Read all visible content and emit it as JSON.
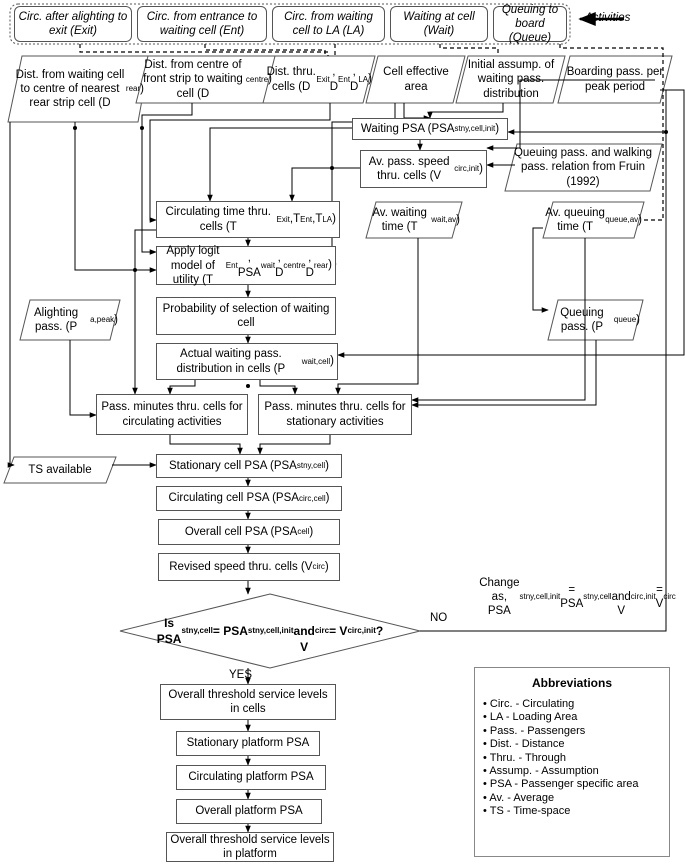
{
  "activities_legend": "Activities",
  "activities": [
    "Circ. after alighting to exit (Exit)",
    "Circ. from entrance to waiting cell (Ent)",
    "Circ. from waiting cell to LA (LA)",
    "Waiting at cell (Wait)",
    "Queuing to board (Queue)"
  ],
  "inputs": {
    "dist_rear": "Dist. from waiting cell to centre of nearest rear strip cell (D<sub>rear</sub>)",
    "dist_centre": "Dist. from centre of front strip to waiting cell (D<sub>centre</sub>)",
    "dist_cells": "Dist. thru. cells (D<sub>Exit</sub>, D<sub>Ent</sub>, D<sub>LA</sub>)",
    "effective_area": "Cell effective area",
    "initial_assump": "Initial assump. of waiting pass. distribution",
    "boarding_pass": "Boarding pass. per peak period",
    "fruin": "Queuing pass. and walking pass. relation from Fruin (1992)",
    "av_waiting": "Av. waiting time (T<sub>wait,av</sub>)",
    "av_queuing": "Av. queuing time (T<sub>queue,av</sub>)",
    "alighting": "Alighting pass. (P<sub>a,peak</sub>)",
    "queuing_pass": "Queuing pass. (P<sub>queue</sub>)",
    "ts_available": "TS available"
  },
  "process": {
    "waiting_psa": "Waiting PSA (PSA<sub>stny,cell,init</sub>)",
    "av_speed": "Av. pass. speed thru. cells (V<sub>circ,init</sub>)",
    "circ_time": "Circulating time thru. cells (T<sub>Exit</sub>,T<sub>Ent</sub>,T<sub>LA</sub>)",
    "logit": "Apply logit model of utility (T<sub>Ent</sub>, PSA<sub>wait</sub>, D<sub>centre</sub>, D<sub>rear</sub>)",
    "probability": "Probability of selection of waiting cell",
    "actual_dist": "Actual waiting pass. distribution in cells (P<sub>wait,cell</sub>)",
    "minutes_circ": "Pass. minutes thru. cells for circulating activities",
    "minutes_stat": "Pass. minutes thru. cells for stationary activities",
    "stationary_psa": "Stationary cell PSA (PSA<sub>stny,cell</sub>)",
    "circulating_psa": "Circulating cell PSA (PSA<sub>circ,cell</sub>)",
    "overall_psa": "Overall cell PSA (PSA<sub>cell</sub>)",
    "revised_speed": "Revised speed thru. cells (V<sub>circ</sub>)",
    "decision": "Is<br>PSA<sub>stny,cell</sub>= PSA<sub>stny,cell,init</sub><br>and<br>V<sub>circ</sub> = V<sub>circ,init</sub>?",
    "threshold_cells": "Overall threshold service levels in cells",
    "stationary_platform": "Stationary platform PSA",
    "circulating_platform": "Circulating platform PSA",
    "overall_platform": "Overall platform PSA",
    "threshold_platform": "Overall threshold service levels in platform"
  },
  "labels": {
    "yes": "YES",
    "no": "NO",
    "change": "Change as,<br>PSA<sub>stny,cell,init</sub> = PSA<sub>stny,cell</sub><br>and<br>V<sub>circ,init</sub> = V<sub>circ</sub>"
  },
  "abbreviations": {
    "title": "Abbreviations",
    "items": [
      "Circ. - Circulating",
      "LA - Loading Area",
      "Pass. - Passengers",
      "Dist. - Distance",
      "Thru. - Through",
      "Assump. - Assumption",
      "PSA - Passenger specific area",
      "Av. - Average",
      "TS - Time-space"
    ]
  }
}
